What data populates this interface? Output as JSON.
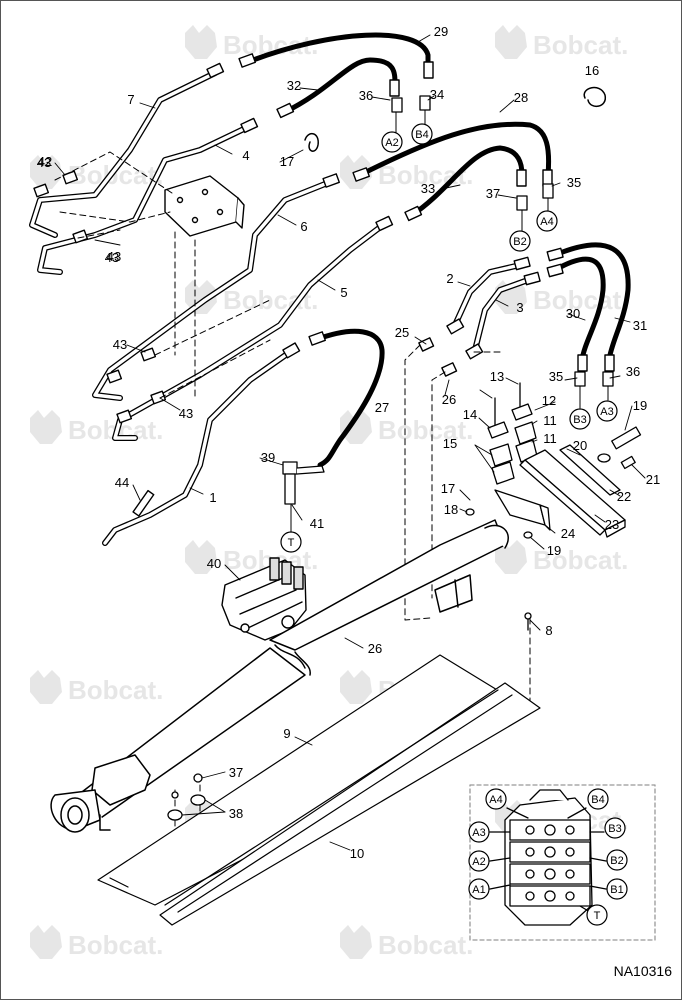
{
  "watermark": {
    "text": "Bobcat.",
    "color": "#e6e6e6",
    "icon": "bobcat-head-icon"
  },
  "reference_code": "NA10316",
  "callouts": [
    "1",
    "2",
    "3",
    "4",
    "5",
    "6",
    "7",
    "8",
    "9",
    "10",
    "11",
    "11",
    "12",
    "13",
    "14",
    "15",
    "16",
    "17",
    "17",
    "18",
    "19",
    "19",
    "20",
    "21",
    "22",
    "23",
    "24",
    "25",
    "26",
    "26",
    "27",
    "28",
    "29",
    "30",
    "31",
    "32",
    "33",
    "34",
    "35",
    "35",
    "36",
    "36",
    "37",
    "37",
    "38",
    "39",
    "40",
    "41",
    "42",
    "43",
    "43",
    "43",
    "43",
    "43",
    "44"
  ],
  "port_labels": [
    "A2",
    "B4",
    "B2",
    "A4",
    "B3",
    "A3",
    "T",
    "T",
    "A4",
    "B4",
    "A3",
    "B3",
    "A2",
    "B2",
    "A1",
    "B1"
  ]
}
